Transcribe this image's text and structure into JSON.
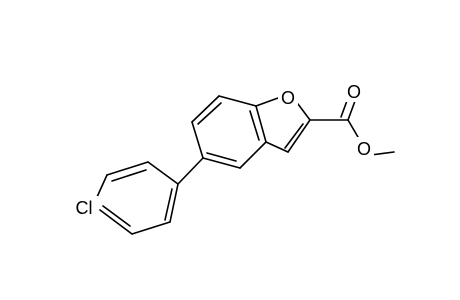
{
  "molecule": {
    "atoms": [
      {
        "element": "Cl",
        "label": "Cl"
      },
      {
        "element": "O",
        "label": "O"
      },
      {
        "element": "O",
        "label": "O"
      },
      {
        "element": "O",
        "label": "O"
      }
    ]
  },
  "colors": {
    "background": "#ffffff",
    "bonds": "#000000",
    "labels": "#000000"
  }
}
